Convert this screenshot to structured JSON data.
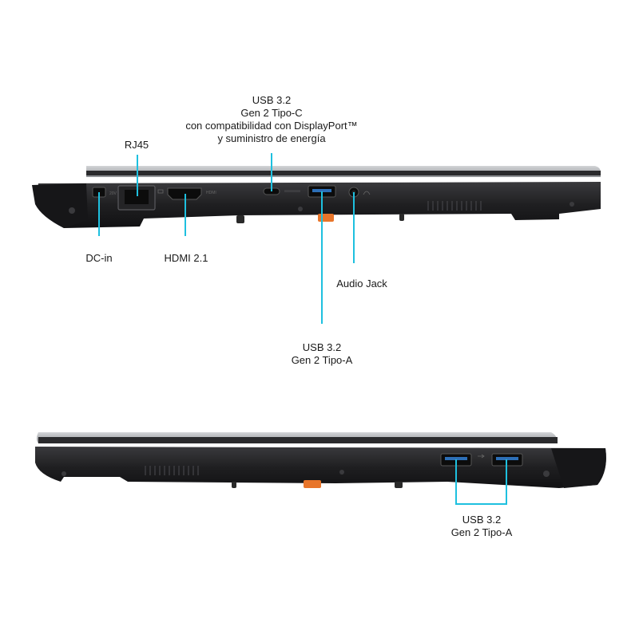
{
  "colors": {
    "background": "#ffffff",
    "callout_line": "#1ec0df",
    "chassis_dark": "#1d1d1f",
    "chassis_mid": "#2b2b2e",
    "lid_silver": "#b9bcbf",
    "accent_orange": "#e8752a",
    "label_text": "#1a1a1a"
  },
  "top_view": {
    "labels": {
      "usb_c": [
        "USB 3.2",
        "Gen 2 Tipo-C",
        "con compatibilidad con DisplayPort™",
        "y suministro de energía"
      ],
      "rj45": "RJ45",
      "dc_in": "DC-in",
      "hdmi": "HDMI 2.1",
      "audio_jack": "Audio Jack",
      "usb_a": [
        "USB 3.2",
        "Gen 2 Tipo-A"
      ]
    },
    "port_icon_text": {
      "hdmi": "HDMI",
      "dc": "20V"
    }
  },
  "bottom_view": {
    "labels": {
      "usb_a_pair": [
        "USB 3.2",
        "Gen 2 Tipo-A"
      ]
    }
  }
}
